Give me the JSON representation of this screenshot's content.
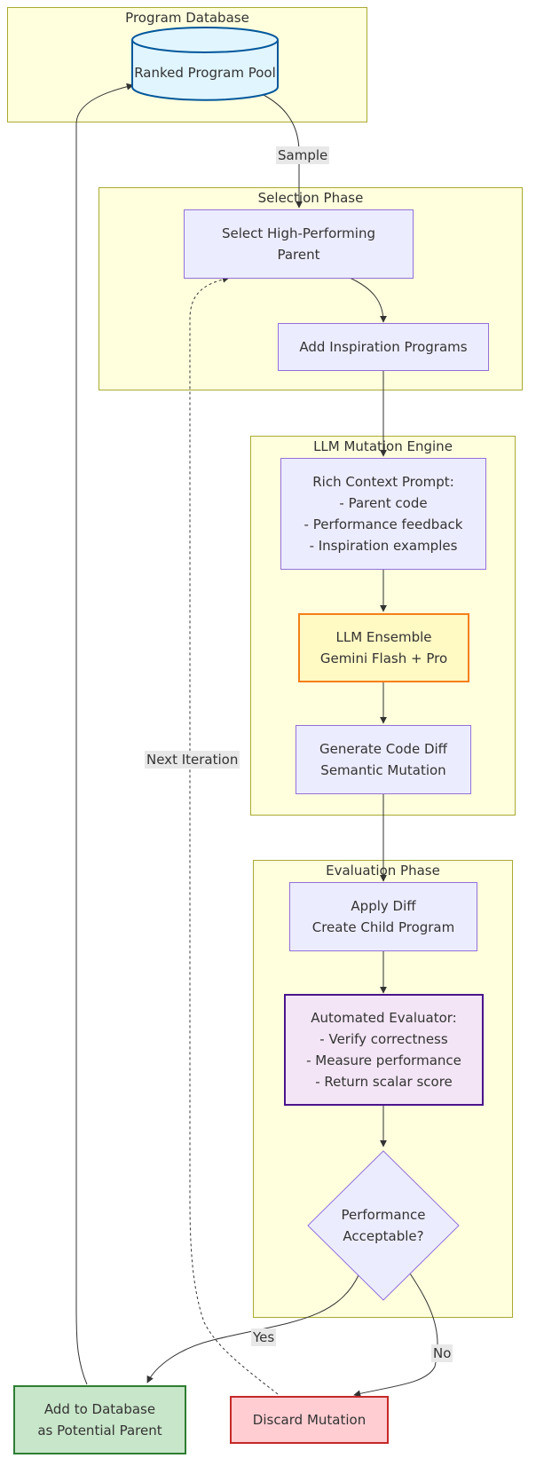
{
  "clusters": {
    "database": "Program Database",
    "selection": "Selection Phase",
    "mutation": "LLM Mutation Engine",
    "evaluation": "Evaluation Phase"
  },
  "nodes": {
    "pool": "Ranked Program Pool",
    "select_parent": [
      "Select High-Performing",
      "Parent"
    ],
    "inspiration": "Add Inspiration Programs",
    "prompt": [
      "Rich Context Prompt:",
      "- Parent code",
      "- Performance feedback",
      "- Inspiration examples"
    ],
    "ensemble": [
      "LLM Ensemble",
      "Gemini Flash + Pro"
    ],
    "diff": [
      "Generate Code Diff",
      "Semantic Mutation"
    ],
    "apply": [
      "Apply Diff",
      "Create Child Program"
    ],
    "evaluator": [
      "Automated Evaluator:",
      "- Verify correctness",
      "- Measure performance",
      "- Return scalar score"
    ],
    "decision": [
      "Performance",
      "Acceptable?"
    ],
    "add_db": [
      "Add to Database",
      "as Potential Parent"
    ],
    "discard": "Discard Mutation"
  },
  "edge_labels": {
    "sample": "Sample",
    "next_iteration": "Next Iteration",
    "yes": "Yes",
    "no": "No"
  },
  "colors": {
    "cluster_fill": "#ffffde",
    "cluster_border": "#aaaa33",
    "node_fill": "#ececff",
    "node_border": "#9370db",
    "db_fill": "#e1f5fe",
    "db_border": "#01579b",
    "llm_fill": "#fff9c4",
    "llm_border": "#f57f17",
    "eval_fill": "#f3e5f5",
    "eval_border": "#4a148c",
    "success_fill": "#c8e6c9",
    "success_border": "#2e7d32",
    "fail_fill": "#ffcdd2",
    "fail_border": "#c62828"
  }
}
